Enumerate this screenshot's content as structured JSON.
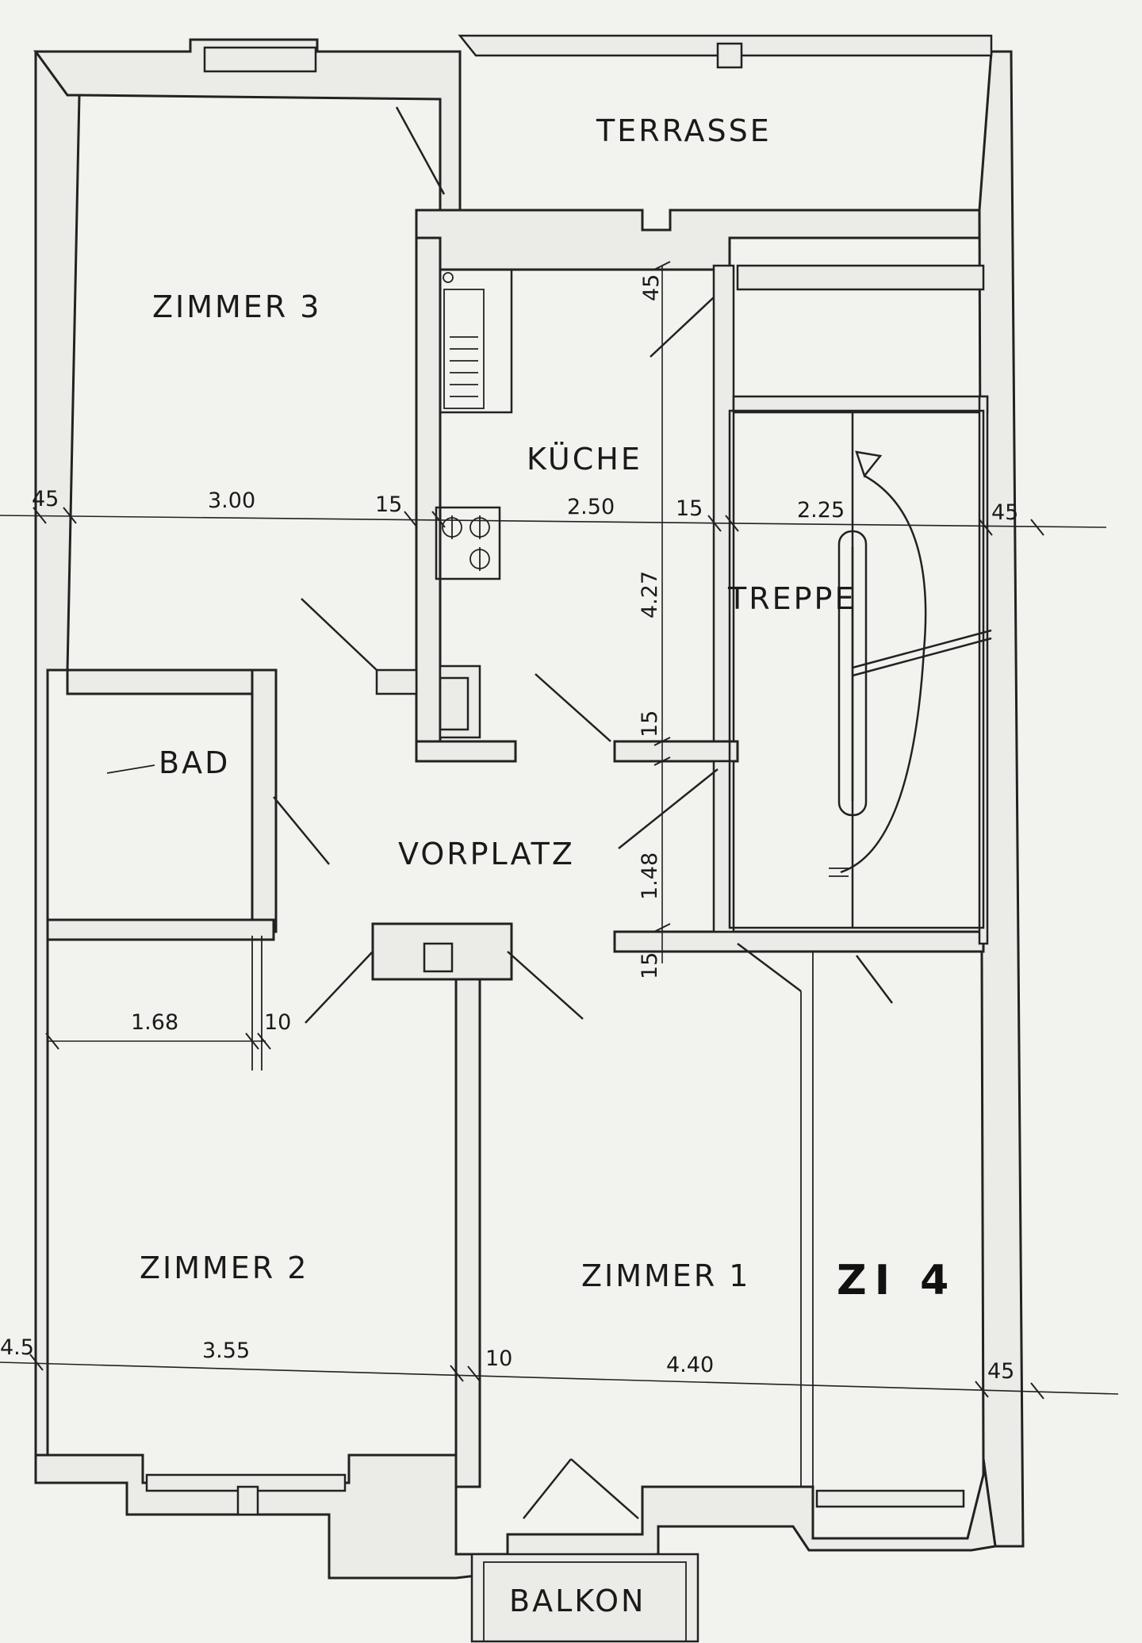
{
  "rooms": {
    "terrasse": "TERRASSE",
    "zimmer3": "ZIMMER 3",
    "kueche": "KÜCHE",
    "treppe": "TREPPE",
    "bad": "BAD",
    "vorplatz": "VORPLATZ",
    "zimmer2": "ZIMMER 2",
    "zimmer1": "ZIMMER 1",
    "zi4": "ZI 4",
    "balkon": "BALKON"
  },
  "dimensions": {
    "top_row": [
      "45",
      "3.00",
      "15",
      "2.50",
      "15",
      "2.25",
      "45"
    ],
    "kitchen_height": "4.27",
    "kitchen_wall_top": "45",
    "wall_15_a": "15",
    "vorplatz_height": "1.48",
    "wall_15_b": "15",
    "bad_width": "1.68",
    "bad_wall": "10",
    "bottom_row": [
      "4.5",
      "3.55",
      "10",
      "4.40",
      "45"
    ]
  }
}
